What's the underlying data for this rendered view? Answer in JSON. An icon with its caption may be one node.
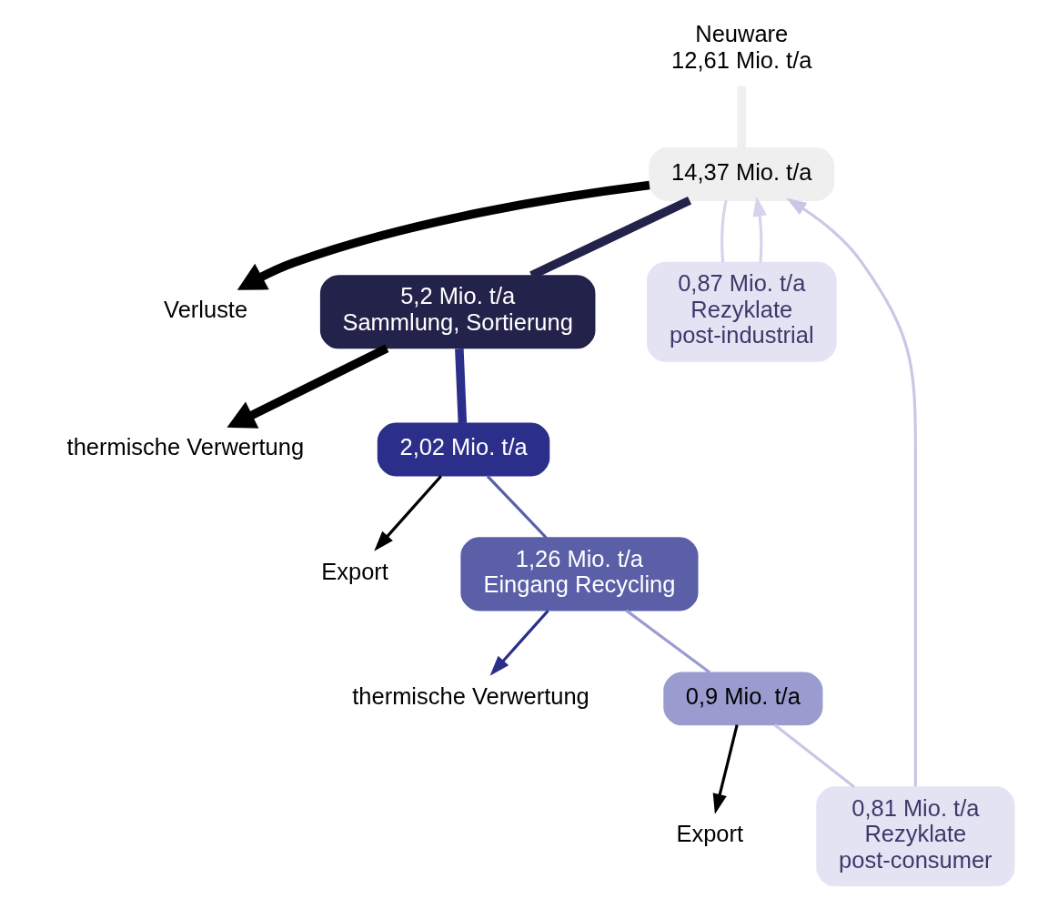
{
  "diagram": {
    "nodes": [
      {
        "text": [
          "Neuware",
          "12,61 Mio. t/a"
        ]
      },
      {
        "text": [
          "14,37 Mio. t/a"
        ]
      },
      {
        "text": [
          "Verluste"
        ]
      },
      {
        "text": [
          "5,2 Mio. t/a",
          "Sammlung, Sortierung"
        ]
      },
      {
        "text": [
          "thermische Verwertung"
        ]
      },
      {
        "text": [
          "2,02 Mio. t/a"
        ]
      },
      {
        "text": [
          "Export"
        ]
      },
      {
        "text": [
          "1,26 Mio. t/a",
          "Eingang Recycling"
        ]
      },
      {
        "text": [
          "thermische Verwertung"
        ]
      },
      {
        "text": [
          "0,9 Mio. t/a"
        ]
      },
      {
        "text": [
          "Export"
        ]
      },
      {
        "text": [
          "0,81 Mio. t/a",
          "Rezyklate",
          "post-consumer"
        ]
      },
      {
        "text": [
          "0,87 Mio. t/a",
          "Rezyklate",
          "post-industrial"
        ]
      }
    ],
    "edges": [
      {
        "from": 0,
        "to": 1,
        "arrow": "none",
        "style": "thick",
        "color": "#efefef"
      },
      {
        "from": 1,
        "to": 2,
        "arrow": "to",
        "style": "thick",
        "color": "#000000"
      },
      {
        "from": 1,
        "to": 3,
        "arrow": "none",
        "style": "thick",
        "color": "#23224a"
      },
      {
        "from": 3,
        "to": 4,
        "arrow": "to",
        "style": "thick",
        "color": "#000000"
      },
      {
        "from": 3,
        "to": 5,
        "arrow": "none",
        "style": "thick",
        "color": "#2b2f8a"
      },
      {
        "from": 5,
        "to": 6,
        "arrow": "to",
        "color": "#000000"
      },
      {
        "from": 5,
        "to": 7,
        "arrow": "none",
        "color": "#5a5fa8"
      },
      {
        "from": 7,
        "to": 8,
        "arrow": "to",
        "color": "#2b2f8a"
      },
      {
        "from": 7,
        "to": 9,
        "arrow": "none",
        "color": "#9a9cd0"
      },
      {
        "from": 9,
        "to": 10,
        "arrow": "to",
        "color": "#000000"
      },
      {
        "from": 9,
        "to": 11,
        "arrow": "none",
        "color": "#c8c8e6"
      },
      {
        "from": 11,
        "to": 1,
        "arrow": "to",
        "color": "#c8c8e6"
      },
      {
        "from": 1,
        "to": 12,
        "arrow": "none",
        "color": "#d6d4ec"
      },
      {
        "from": 12,
        "to": 1,
        "arrow": "to",
        "color": "#d6d4ec"
      }
    ]
  }
}
